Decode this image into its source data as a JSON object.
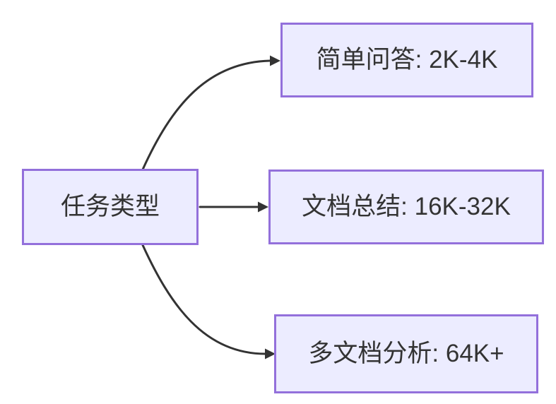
{
  "diagram": {
    "root": {
      "label": "任务类型"
    },
    "branches": [
      {
        "label": "简单问答: 2K-4K"
      },
      {
        "label": "文档总结: 16K-32K"
      },
      {
        "label": "多文档分析: 64K+"
      }
    ],
    "edges": [
      {
        "from": "任务类型",
        "to": "简单问答: 2K-4K"
      },
      {
        "from": "任务类型",
        "to": "文档总结: 16K-32K"
      },
      {
        "from": "任务类型",
        "to": "多文档分析: 64K+"
      }
    ],
    "colors": {
      "node_fill": "#ECECFF",
      "node_border": "#9370DB",
      "arrow": "#333333",
      "text": "#333333",
      "background": "#FFFFFF"
    }
  }
}
